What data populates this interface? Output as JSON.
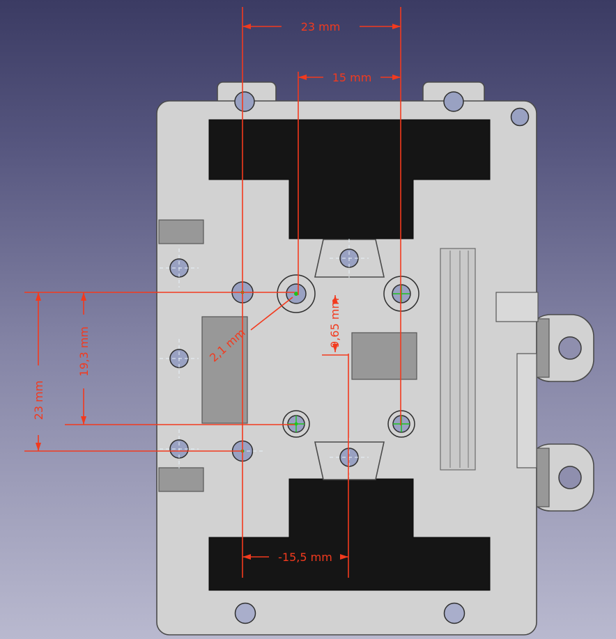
{
  "viewport": {
    "type": "cad-3d-view",
    "dimensions": {
      "top_horizontal": {
        "label": "23 mm"
      },
      "inner_horizontal": {
        "label": "15 mm"
      },
      "hole_leader": {
        "label": "2,1 mm"
      },
      "inner_vertical": {
        "label": "9,65 mm"
      },
      "left_vertical_inner": {
        "label": "19,3 mm"
      },
      "left_vertical_outer": {
        "label": "23 mm"
      },
      "bottom_horizontal": {
        "label": "-15,5 mm"
      }
    },
    "colors": {
      "dimension_red": "#f23a1e",
      "marker_green": "#1dc41d",
      "plate_gray": "#d2d2d2",
      "pocket_black": "#151515",
      "boss_gray": "#989898",
      "hole_fill": "#99a1c2",
      "background_top": "#3b3b63",
      "background_bottom": "#b9b9cf"
    }
  }
}
